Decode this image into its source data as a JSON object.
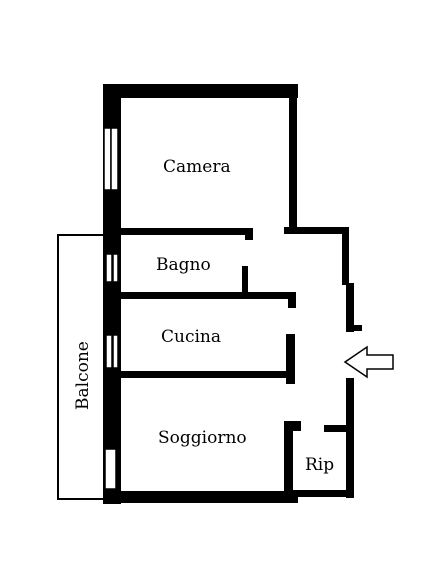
{
  "floor_plan": {
    "rooms": {
      "camera": "Camera",
      "bagno": "Bagno",
      "cucina": "Cucina",
      "soggiorno": "Soggiorno",
      "ripostiglio": "Rip",
      "balcone": "Balcone"
    },
    "colors": {
      "walls": "#000000",
      "background": "#ffffff"
    },
    "entrance_marker": "arrow-left-icon"
  }
}
